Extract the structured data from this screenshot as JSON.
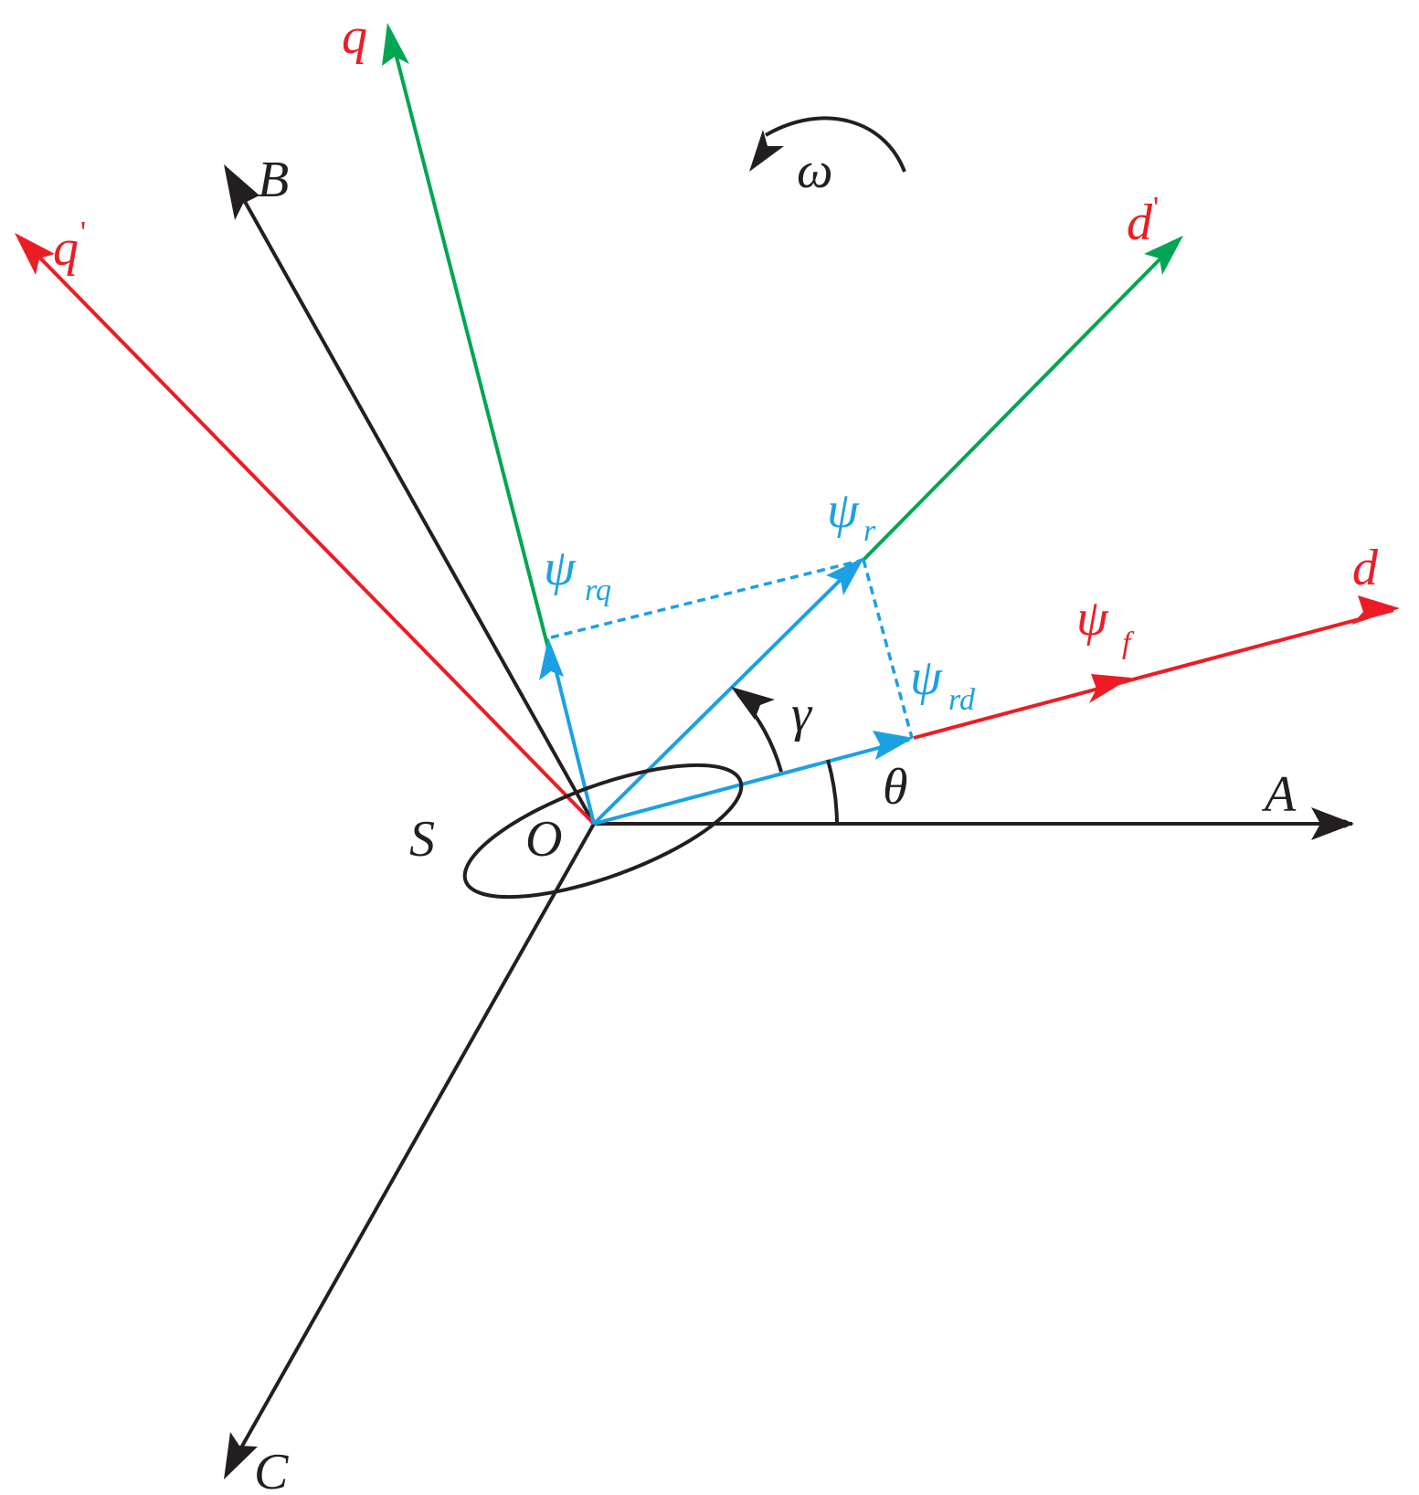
{
  "colors": {
    "stator_axes": "#231f20",
    "red_axes": "#ed1c24",
    "green_axes": "#00a651",
    "flux_vectors": "#1ba1e2"
  },
  "labels": {
    "A": "A",
    "B": "B",
    "C": "C",
    "q": "q",
    "q_prime_base": "q",
    "d": "d",
    "d_prime_base": "d",
    "prime_mark": "'",
    "omega": "ω",
    "S": "S",
    "O": "O",
    "theta": "θ",
    "gamma": "γ",
    "psi": "ψ",
    "sub_r": "r",
    "sub_rq": "rq",
    "sub_rd": "rd",
    "sub_f": "f"
  }
}
